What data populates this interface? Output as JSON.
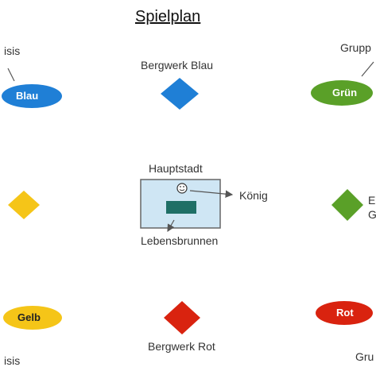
{
  "title": "Spielplan",
  "colors": {
    "blue": "#1f7fd6",
    "green": "#5aa028",
    "yellow": "#f5c518",
    "red": "#d9230f",
    "capital_fill": "#cfe6f4",
    "well_fill": "#1f6f66",
    "line": "#555555"
  },
  "labels": {
    "top_left": "isis",
    "top_right": "Grupp",
    "bottom_left": "isis",
    "bottom_right": "Gru",
    "mid_right_1": "E",
    "mid_right_2": "G"
  },
  "mines": {
    "blue": "Bergwerk Blau",
    "red": "Bergwerk Rot"
  },
  "bases": {
    "blue": "Blau",
    "green": "Grün",
    "yellow": "Gelb",
    "red": "Rot"
  },
  "capital": {
    "title": "Hauptstadt",
    "king": "König",
    "well": "Lebensbrunnen",
    "king_icon": "smiley-face-icon"
  }
}
